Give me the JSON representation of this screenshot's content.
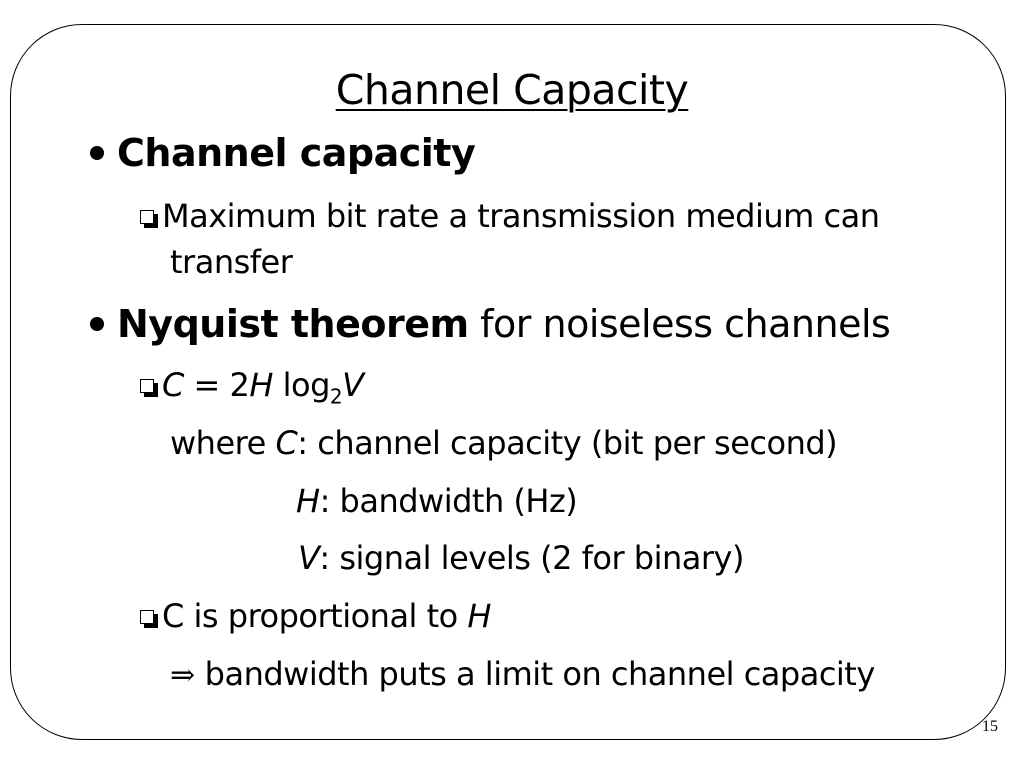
{
  "title": "Channel Capacity",
  "bullets": [
    {
      "heading": "Channel capacity",
      "sub": {
        "text_line1": "Maximum bit rate a transmission medium can",
        "text_line2": "transfer"
      }
    },
    {
      "heading_bold": "Nyquist theorem",
      "heading_rest": " for noiseless channels",
      "formula": {
        "c": "C",
        "equals": " = 2",
        "h": "H",
        "log": " log",
        "base": "2",
        "v": "V"
      },
      "definitions": {
        "where": "where ",
        "c_symbol": "C",
        "c_text": ": channel capacity (bit per second)",
        "h_symbol": "H",
        "h_text": ": bandwidth (Hz)",
        "v_symbol": "V",
        "v_text": ": signal levels (2 for binary)"
      },
      "proportional": {
        "text": "C is proportional to ",
        "h": "H"
      },
      "conclusion": {
        "arrow": "⇒",
        "text": "bandwidth puts a limit on channel capacity"
      }
    }
  ],
  "page_number": "15"
}
